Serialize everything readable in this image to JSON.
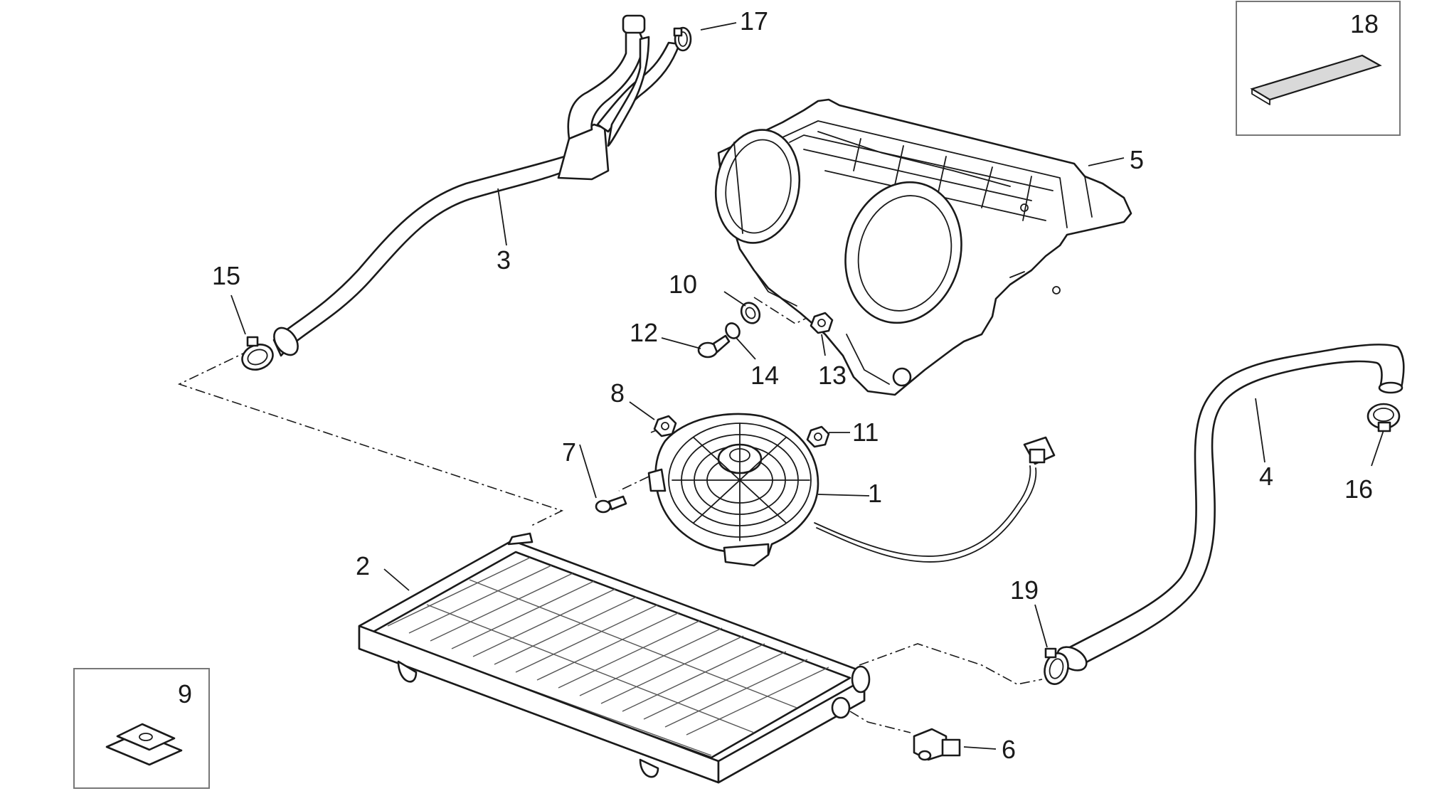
{
  "callouts": {
    "c1": "1",
    "c2": "2",
    "c3": "3",
    "c4": "4",
    "c5": "5",
    "c6": "6",
    "c7": "7",
    "c8": "8",
    "c9": "9",
    "c10": "10",
    "c11": "11",
    "c12": "12",
    "c13": "13",
    "c14": "14",
    "c15": "15",
    "c16": "16",
    "c17": "17",
    "c18": "18",
    "c19": "19"
  },
  "icons": {
    "fan": "cooling-fan-icon",
    "radiator": "radiator-icon",
    "hose": "hose-icon",
    "clamp": "hose-clamp-icon",
    "cover": "air-duct-cover-icon",
    "sensor": "thermal-switch-icon",
    "screw": "screw-icon",
    "nut": "nut-icon",
    "clip": "speed-nut-clip-icon",
    "pad": "foam-pad-icon"
  },
  "colors": {
    "line": "#1a1a1a",
    "background": "#ffffff",
    "box_border": "#777777"
  }
}
